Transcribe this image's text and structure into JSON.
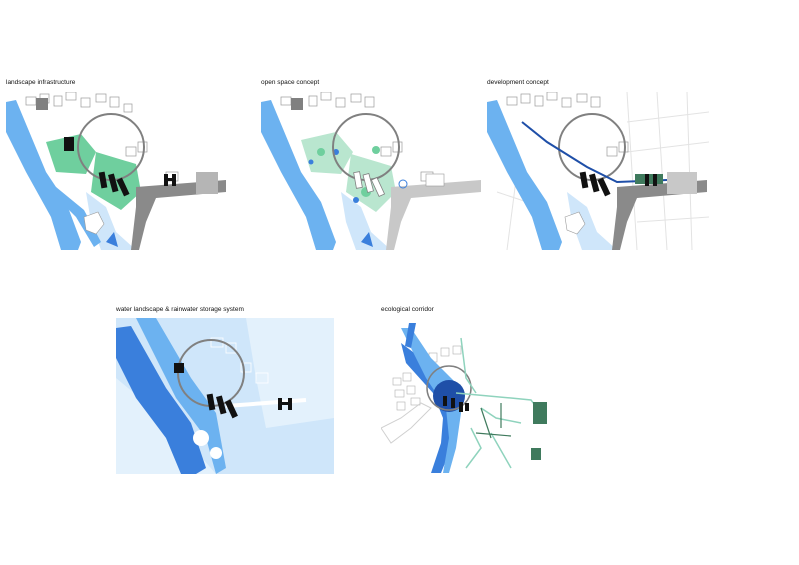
{
  "panels": [
    {
      "id": "landscape",
      "title": "landscape infrastructure"
    },
    {
      "id": "openspace",
      "title": "open space concept"
    },
    {
      "id": "development",
      "title": "development concept"
    },
    {
      "id": "water",
      "title": "water landscape & rainwater storage system"
    },
    {
      "id": "ecology",
      "title": "ecological corridor"
    }
  ],
  "colors": {
    "river": "#6cb2f0",
    "river_dark": "#3a7fdc",
    "water_light": "#cfe6fa",
    "green": "#6fcf9e",
    "green_dark": "#3f7a5d",
    "corridor": "#8fd3bd",
    "building": "#111111",
    "road": "#808080",
    "outline": "#9a9a9a",
    "blue_line": "#1f4fa8"
  }
}
